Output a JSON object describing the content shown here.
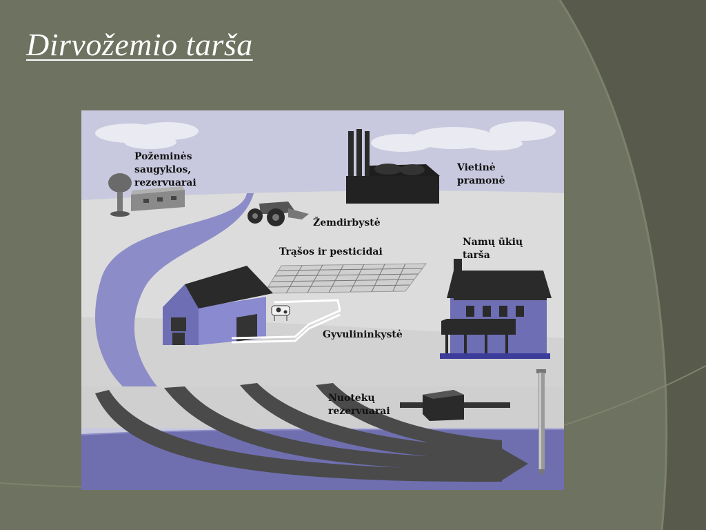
{
  "slide": {
    "title": "Dirvožemio tarša"
  },
  "diagram": {
    "labels": {
      "storage_line1": "Požeminės",
      "storage_line2": "saugyklos,",
      "storage_line3": "rezervuarai",
      "industry_line1": "Vietinė",
      "industry_line2": "pramonė",
      "agriculture": "Žemdirbystė",
      "fertilizers": "Trąšos ir pesticidai",
      "household_line1": "Namų ūkių",
      "household_line2": "tarša",
      "livestock": "Gyvulininkystė",
      "sewage_line1": "Nuotekų",
      "sewage_line2": "rezervuarai"
    }
  },
  "colors": {
    "slide_background": "#6e7260",
    "sky": "#c8c8de",
    "ground": "#dcdcdc",
    "groundwater": "#6f6fb0",
    "flow_arrows": "#4a4a4a",
    "building_wall": "#6e6eb4"
  }
}
